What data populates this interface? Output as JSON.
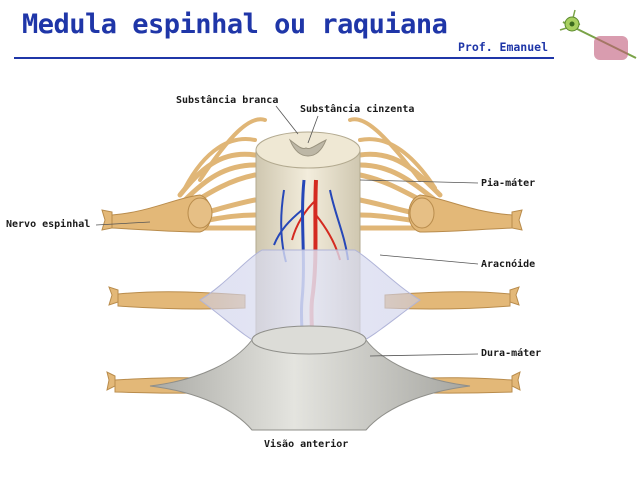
{
  "slide": {
    "title": "Medula espinhal ou raquiana",
    "author": "Prof. Emanuel"
  },
  "labels": {
    "substancia_branca": "Substância branca",
    "substancia_cinzenta": "Substância cinzenta",
    "pia_mater": "Pia-máter",
    "nervo_espinhal": "Nervo espinhal",
    "aracnoide": "Aracnóide",
    "dura_mater": "Dura-máter",
    "visao_anterior": "Visão anterior"
  },
  "colors": {
    "title": "#1f36a8",
    "nerve": "#e3b878",
    "cord": "#ede6d2",
    "dura": "#cfcfcb",
    "arachnoid": "#cfd3ec",
    "artery": "#d42a20",
    "vein": "#2647b8"
  }
}
